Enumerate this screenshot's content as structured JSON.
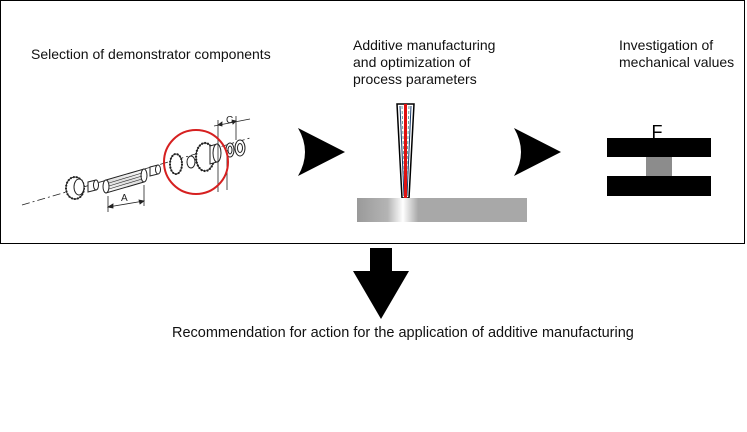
{
  "labels": {
    "selection": "Selection of demonstrator components",
    "additive": "Additive manufacturing\nand optimization of\nprocess parameters",
    "mechanical": "Investigation of\nmechanical values",
    "recommendation": "Recommendation for action for the application of additive manufacturing"
  },
  "drawing_labels": {
    "dim_a": "A",
    "dim_c": "C",
    "force": "F"
  },
  "colors": {
    "arrow": "#000000",
    "highlight_circle": "#d62020",
    "laser": "#e01010",
    "specimen": "#8c8c8c",
    "substrate": "#a8a8a8"
  }
}
